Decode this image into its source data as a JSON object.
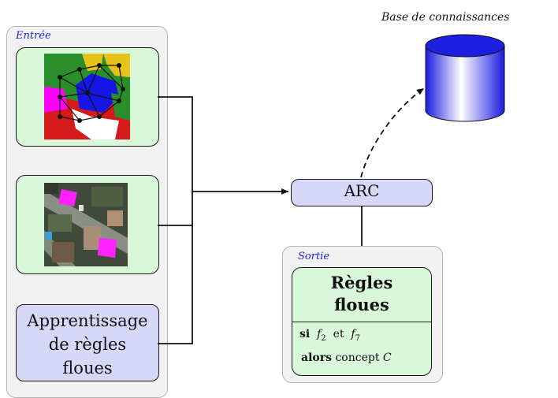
{
  "input_group": {
    "label": "Entrée",
    "learning_box": {
      "line1": "Apprentissage",
      "line2": "de règles",
      "line3": "floues"
    }
  },
  "arc_box": {
    "label": "ARC"
  },
  "knowledge_base": {
    "label": "Base de connaissances"
  },
  "output_group": {
    "label": "Sortie",
    "rules_box": {
      "title_line1": "Règles",
      "title_line2": "floues",
      "if_keyword": "si",
      "if_var1": "f",
      "if_sub1": "2",
      "and_word": "et",
      "if_var2": "f",
      "if_sub2": "7",
      "then_keyword": "alors",
      "then_word": "concept",
      "then_var": "C"
    }
  },
  "colors": {
    "group_bg": "#f2f2f2",
    "green_box": "#d9f7d9",
    "blue_box": "#d7d7f7",
    "label_blue": "#2323d6",
    "cylinder_blue": "#1f1fe0"
  }
}
